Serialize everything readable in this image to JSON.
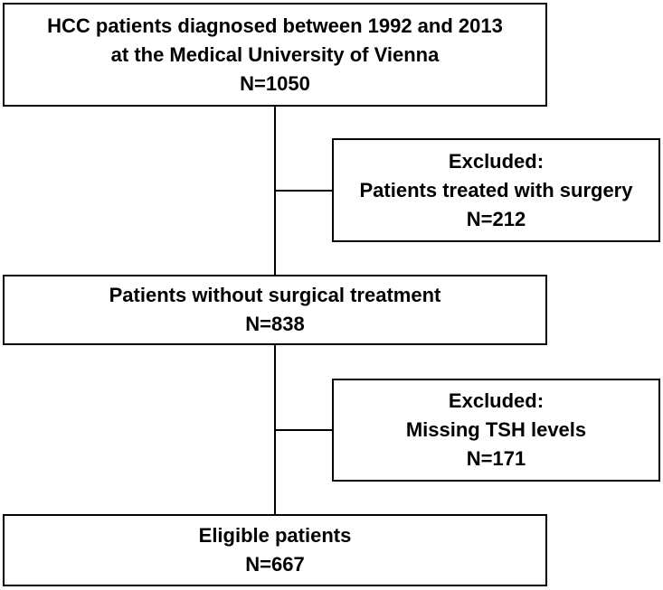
{
  "boxes": {
    "initial": {
      "line1": "HCC patients diagnosed between 1992 and 2013",
      "line2": "at the Medical University of Vienna",
      "count": "N=1050"
    },
    "excluded_surgery": {
      "heading": "Excluded:",
      "reason": "Patients treated with surgery",
      "count": "N=212"
    },
    "no_surgery": {
      "line1": "Patients without surgical treatment",
      "count": "N=838"
    },
    "excluded_tsh": {
      "heading": "Excluded:",
      "reason": "Missing TSH levels",
      "count": "N=171"
    },
    "eligible": {
      "line1": "Eligible patients",
      "count": "N=667"
    }
  }
}
